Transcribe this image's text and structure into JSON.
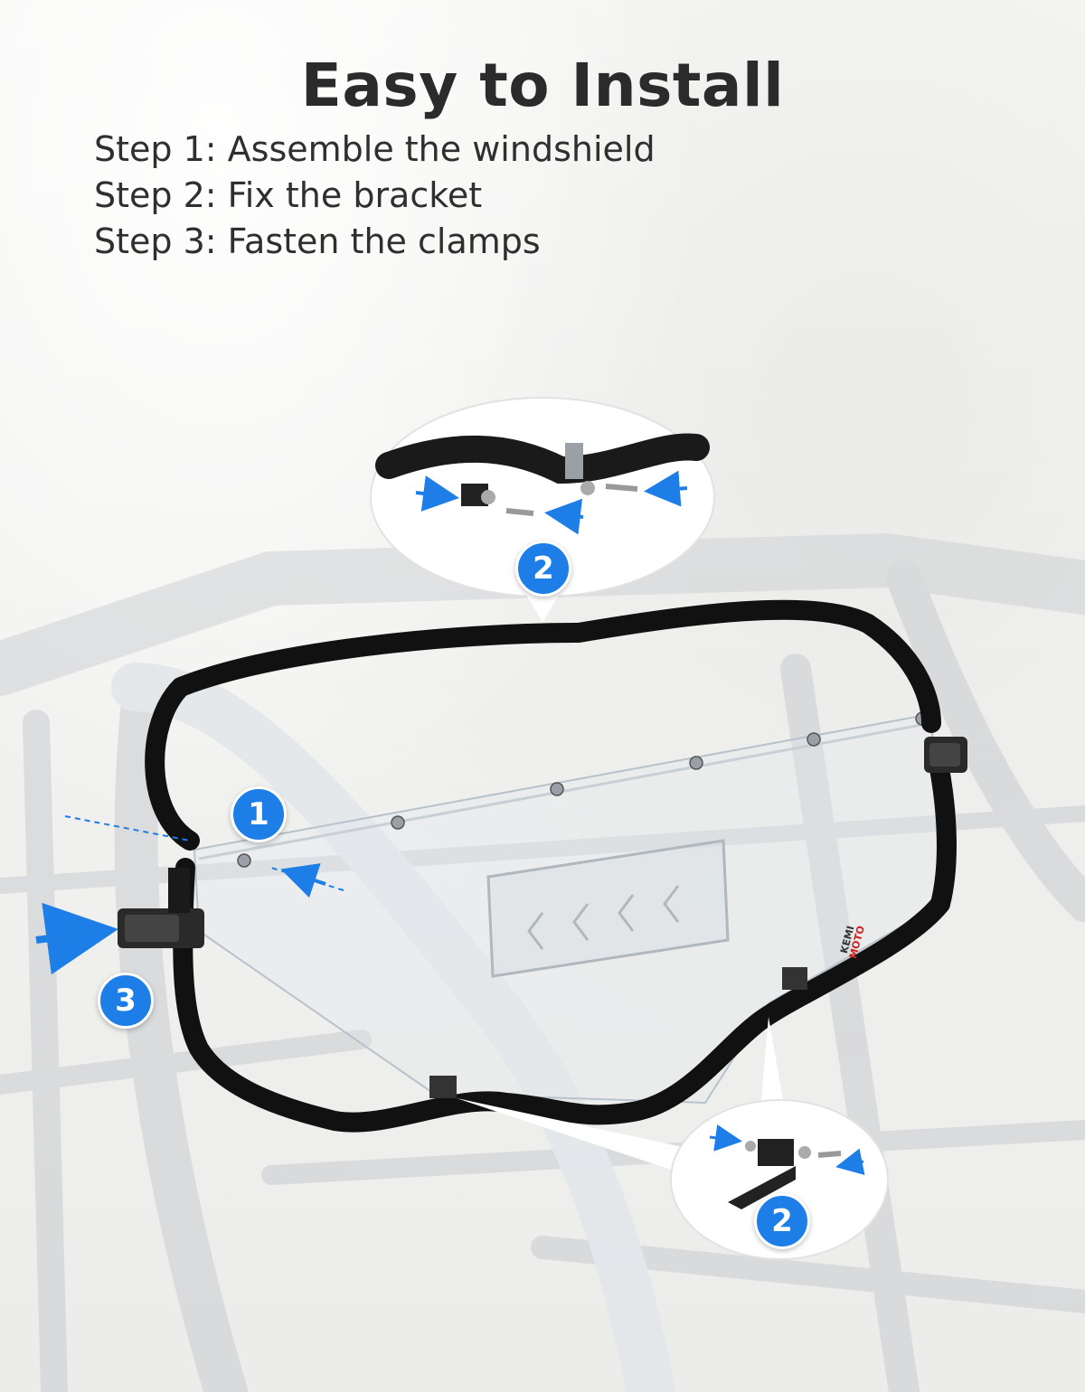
{
  "header": {
    "title": "Easy to Install",
    "steps": [
      "Step 1: Assemble the windshield",
      "Step 2: Fix the bracket",
      "Step 3: Fasten the clamps"
    ]
  },
  "callouts": {
    "top_bracket_number": "2",
    "windshield_number": "1",
    "clamp_number": "3",
    "bottom_bracket_number": "2"
  },
  "brand_mark": {
    "line1": "KEMI",
    "line2": "MOTO"
  },
  "colors": {
    "accent": "#1e7ee8",
    "frame": "#111111",
    "background": "#f3f3f1",
    "heading": "#2b2b2b"
  }
}
